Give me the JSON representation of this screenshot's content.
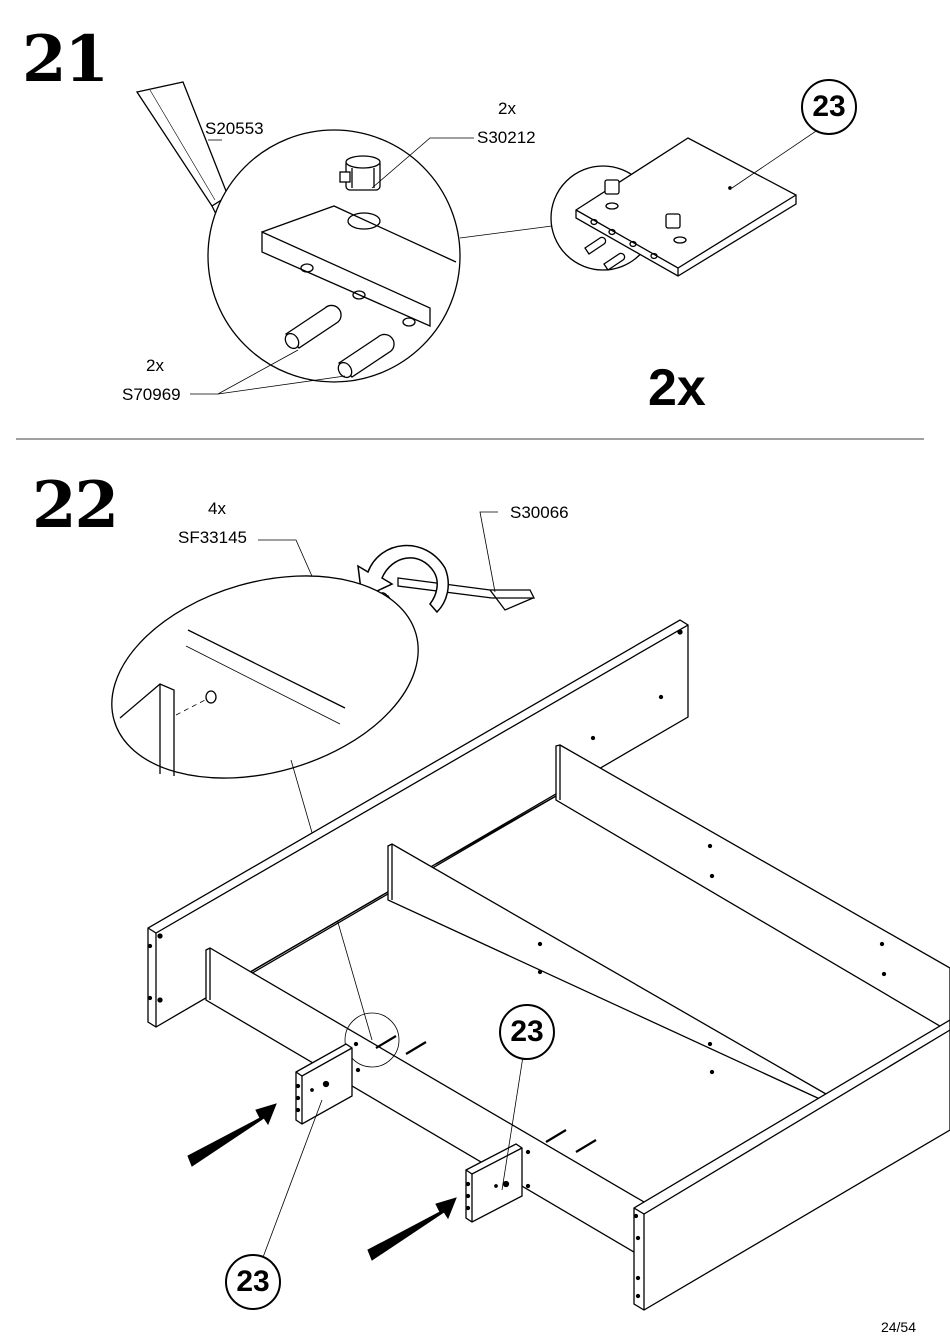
{
  "step21": {
    "number": "21",
    "glue_code": "S20553",
    "cam_qty": "2x",
    "cam_code": "S30212",
    "dowel_qty": "2x",
    "dowel_code": "S70969",
    "part_ref": "23",
    "repeat": "2x"
  },
  "step22": {
    "number": "22",
    "screw_qty": "4x",
    "screw_code": "SF33145",
    "key_code": "S30066",
    "part_ref_a": "23",
    "part_ref_b": "23"
  },
  "page": {
    "number": "24/54"
  }
}
